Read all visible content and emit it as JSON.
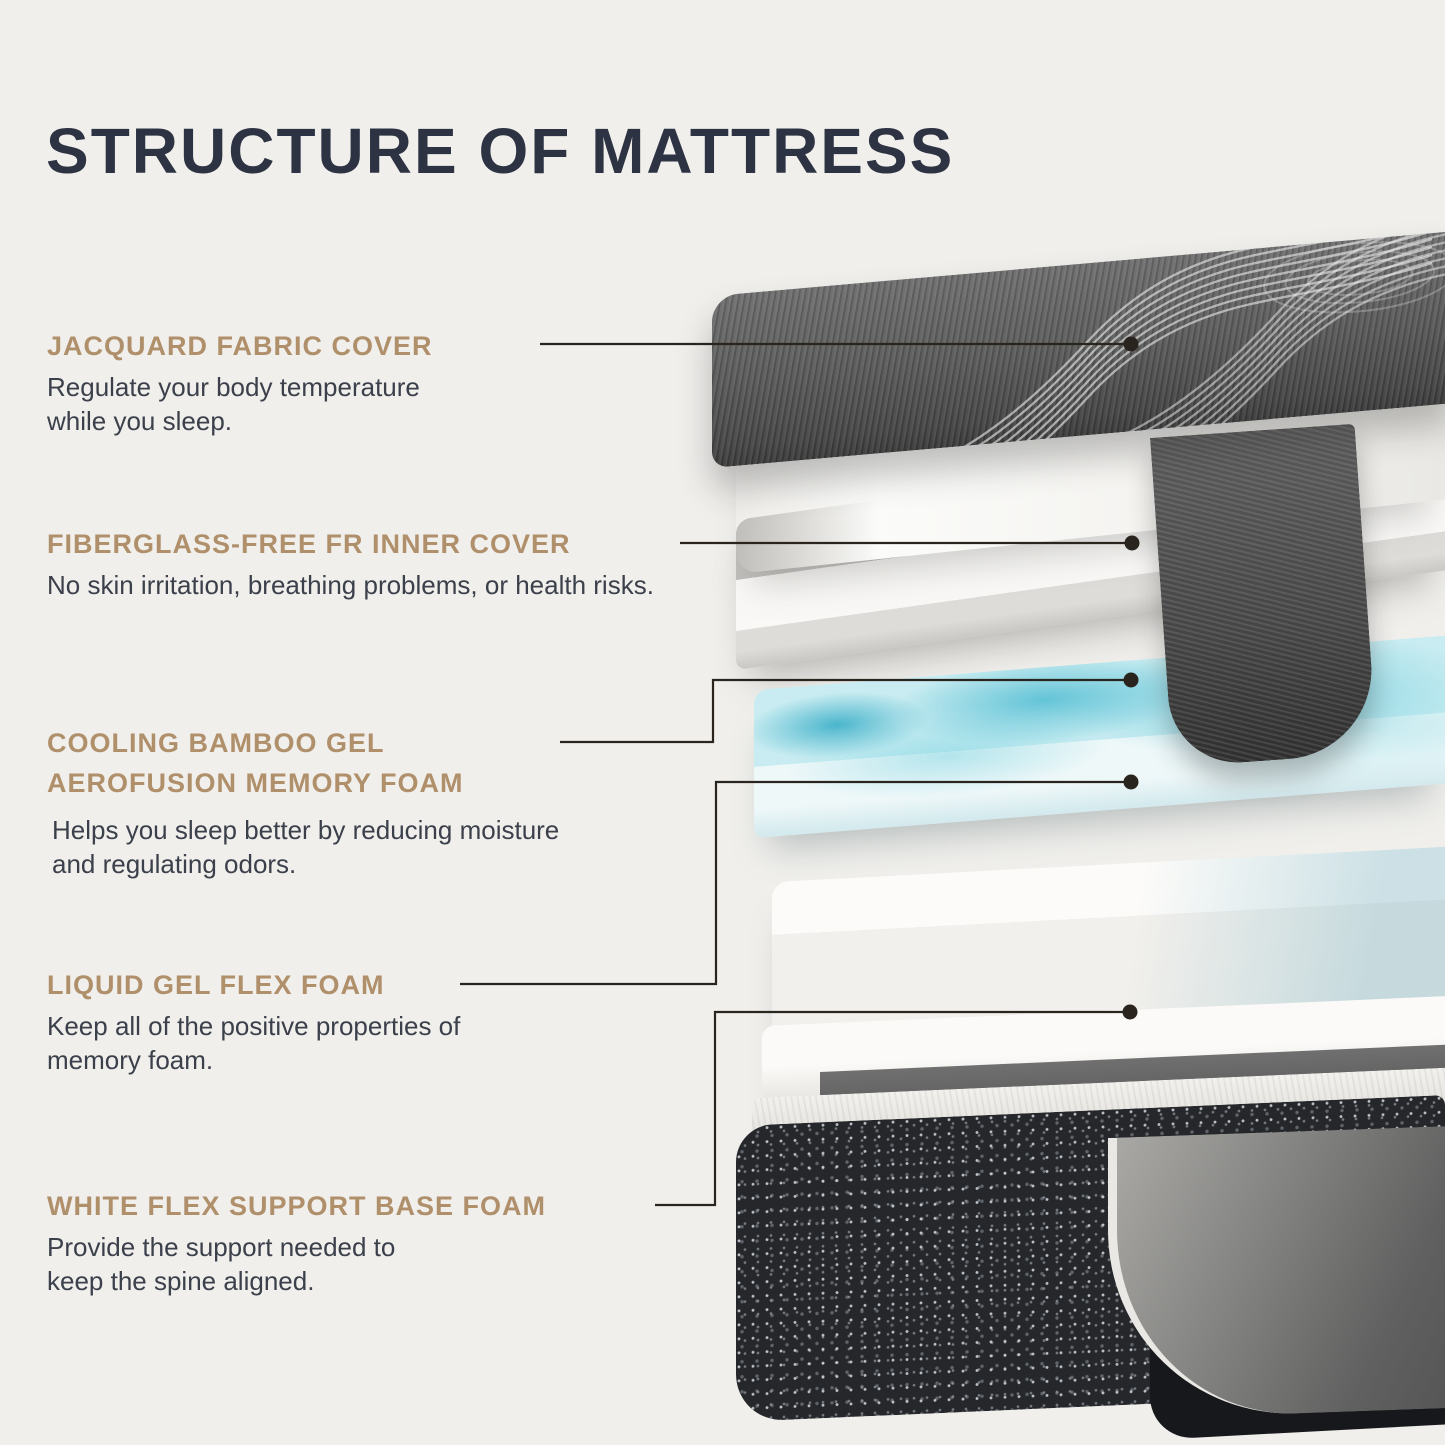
{
  "title": "STRUCTURE OF MATTRESS",
  "labels": [
    {
      "heading": "JACQUARD FABRIC COVER",
      "description": "Regulate your body temperature\nwhile you sleep."
    },
    {
      "heading": "FIBERGLASS-FREE FR INNER COVER",
      "description": "No skin irritation, breathing problems, or health risks."
    },
    {
      "heading": "COOLING BAMBOO GEL\nAEROFUSION MEMORY FOAM",
      "description": "Helps you sleep better by reducing moisture\nand regulating odors."
    },
    {
      "heading": "LIQUID GEL FLEX FOAM",
      "description": "Keep all of the positive properties of\nmemory foam."
    },
    {
      "heading": "WHITE FLEX SUPPORT BASE FOAM",
      "description": "Provide the support needed to\nkeep the spine aligned."
    }
  ],
  "colors": {
    "background": "#f0efec",
    "title": "#2d3342",
    "accent": "#b08f6b",
    "body": "#3b404b",
    "line": "#2a241f",
    "gel": "#49b8cf",
    "fabric": "#595959",
    "base": "#25272a"
  }
}
